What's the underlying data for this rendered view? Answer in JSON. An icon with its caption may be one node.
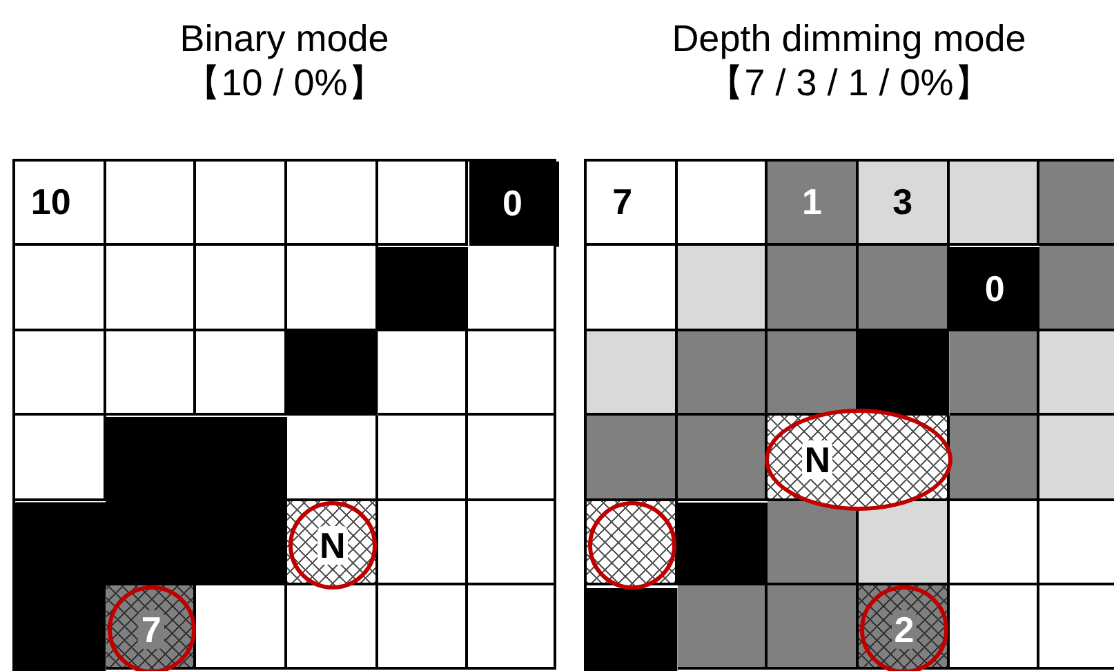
{
  "diagram": {
    "nodes": [
      {
        "text": [
          "Binary mode",
          "【10 / 0%】"
        ]
      },
      {
        "text": [
          "10"
        ],
        "in": 0
      },
      {
        "text": [
          "0"
        ],
        "in": 0
      },
      {
        "text": [
          "N"
        ],
        "in": 0
      },
      {
        "text": [
          "7"
        ],
        "in": 0
      },
      {
        "text": [
          "Depth dimming mode",
          "【7 / 3 / 1 / 0%】"
        ]
      },
      {
        "text": [
          "7"
        ],
        "in": 5
      },
      {
        "text": [
          "1"
        ],
        "in": 5
      },
      {
        "text": [
          "3"
        ],
        "in": 5
      },
      {
        "text": [
          "0"
        ],
        "in": 5
      },
      {
        "text": [
          "N"
        ],
        "in": 5
      },
      {
        "text": [],
        "shape": "circle",
        "in": 5
      },
      {
        "text": [
          "2"
        ],
        "in": 5
      }
    ]
  }
}
